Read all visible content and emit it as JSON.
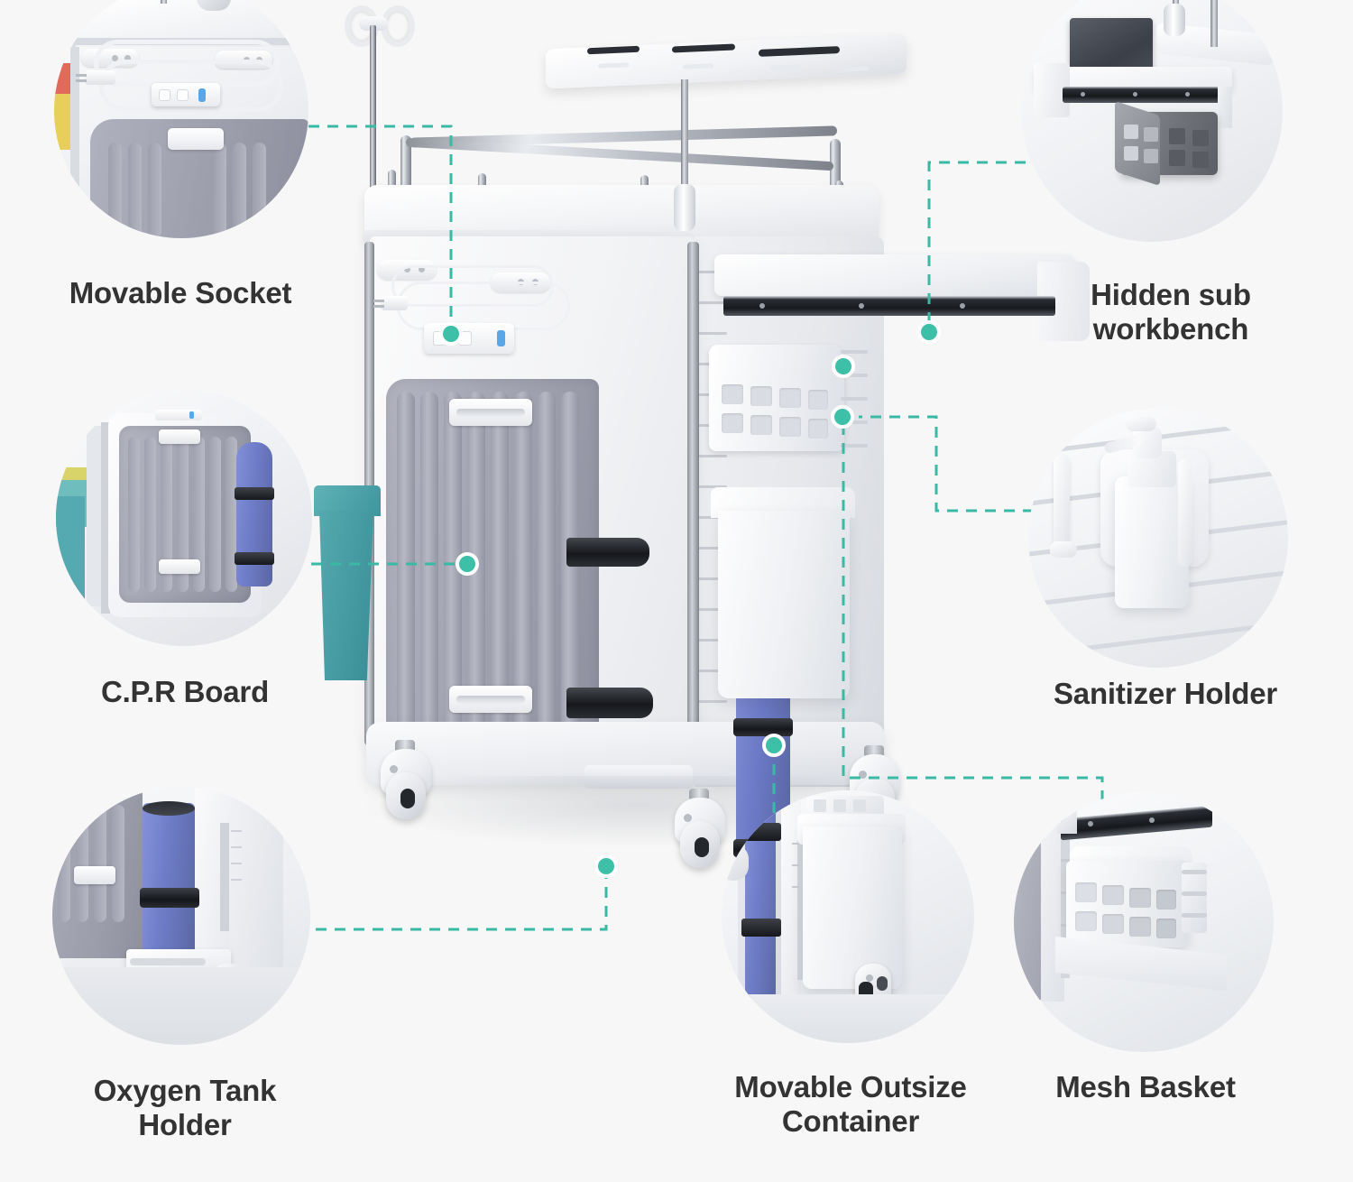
{
  "page": {
    "background_color": "#f7f7f7",
    "accent_color": "#3ab9a4",
    "label_color": "#333333",
    "type": "product-feature-infographic",
    "subject": "medical emergency crash cart"
  },
  "callouts": [
    {
      "id": "movable-socket",
      "label": "Movable Socket",
      "position": "top-left",
      "detail": "power strip with two outlets, blue switch and coiled cord on cord hooks"
    },
    {
      "id": "cpr-board",
      "label": "C.P.R Board",
      "position": "middle-left",
      "detail": "grey ribbed CPR backboard with white handles strapped to cart side next to blue oxygen tank"
    },
    {
      "id": "oxygen-tank-holder",
      "label": "Oxygen Tank\nHolder",
      "position": "bottom-left",
      "detail": "blue oxygen cylinder held by black strap seated on white base tray"
    },
    {
      "id": "hidden-sub-workbench",
      "label": "Hidden sub\nworkbench",
      "position": "top-right",
      "detail": "pull-out white work surface on ball-bearing slides with tablet propped up and grey mesh basket below"
    },
    {
      "id": "sanitizer-holder",
      "label": "Sanitizer Holder",
      "position": "middle-right",
      "detail": "white pump bottle seated in slatted-wall mounted holder"
    },
    {
      "id": "movable-outsize-container",
      "label": "Movable Outsize\nContainer",
      "position": "bottom-center",
      "detail": "large white rectangular bin clipped to the side rail above a caster"
    },
    {
      "id": "mesh-basket",
      "label": "Mesh Basket",
      "position": "bottom-right",
      "detail": "white perforated mesh basket hanging on rail under drawer slide"
    }
  ],
  "cart": {
    "name": "medical-crash-cart",
    "parts": [
      "iv-pole",
      "upper-utility-tray",
      "chrome-guard-rail",
      "top-shelf",
      "cord-hooks",
      "power-strip",
      "cpr-board",
      "black-straps",
      "teal-waste-bin",
      "pull-out-sub-workbench",
      "drawer-slide",
      "mesh-basket",
      "outsize-container",
      "oxygen-tank",
      "base",
      "casters"
    ]
  },
  "connectors": {
    "style": "dashed",
    "color": "#3ab9a4",
    "dash": "12 9",
    "width": 3,
    "endpoint_dot_radius": 11,
    "endpoint_dot_ring": "#ffffff"
  }
}
